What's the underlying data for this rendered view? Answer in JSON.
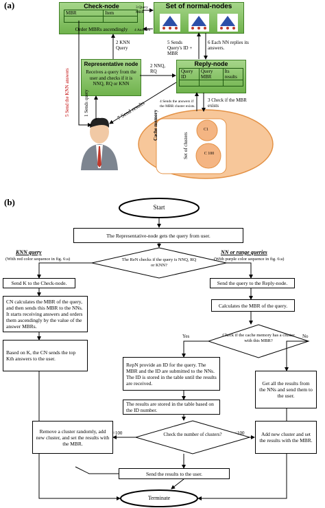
{
  "panel_a": {
    "label": "(a)",
    "check_node": {
      "title": "Check-node",
      "col_mbr": "MBR",
      "col_item": "Item",
      "footer": "Order MBRs ascendingly"
    },
    "normal_nodes": {
      "title": "Set of normal-nodes"
    },
    "representative": {
      "title": "Representative node",
      "body": "Receives a query from the user and checks if it is NNQ, RQ or KNN"
    },
    "reply_node": {
      "title": "Reply-node",
      "cols": [
        "Query ID",
        "Query MBR",
        "Its results"
      ]
    },
    "cache": {
      "title": "Cache memory",
      "set": "Set of clusters",
      "c1": "C1",
      "c100": "C 100"
    },
    "edges": {
      "e1": "1 Sends query",
      "e2": "2 KNN Query",
      "e2b": "2 NNQ, RQ",
      "e3": "3 Query MBR",
      "e3b": "3 Check if the MBR exists",
      "e4": "4 Answers",
      "e4b": "4 Sends the answers if the MBR cluster exists.",
      "e5": "5 Send the KNN answers",
      "e5b": "5 Sends Query's ID + MBR",
      "e6": "6 Each NN replies its answers.",
      "e7": "7 Send results"
    }
  },
  "panel_b": {
    "label": "(b)",
    "start": "Start",
    "get_query": "The Representative-node gets the query from user.",
    "decision1": "The ReN checks if the query is NNQ, RQ or KNN?",
    "knn_title": "KNN query",
    "knn_sub": "(With red color sequence in fig. 6:a)",
    "nn_title": "NN or range queries",
    "nn_sub": "(With purple color sequence in fig. 6:a)",
    "send_k": "Send K to the Check-node.",
    "cn_calc": "CN calculates the MBR of the query, and then sends this MBR to the NNs. It starts receiving answers and orders them ascendingly by the value of the answer MBRs.",
    "based_on_k": "Based on K, the CN sends the top Kth answers to the user.",
    "send_reply": "Send the query to the Reply-node.",
    "calc_mbr": "Calculates the MBR of the query.",
    "decision2": "Check if the cache memory has a cluster with this MBR?",
    "yes": "Yes",
    "no": "No",
    "repn_provide": "RepN provide an ID for the query. The MBR and the ID are submitted to the NNs. The ID is stored in the table until the results are received.",
    "stored": "The results are stored in the table based on the ID number.",
    "get_all": "Get all the results from the NNs and send them to the user.",
    "decision3": "Check the number of clusters?",
    "ge100": ">=100",
    "lt100": "<100",
    "remove": "Remove a cluster randomly, add new cluster, and set the results with the MBR.",
    "add_new": "Add new cluster and set the results with the MBR.",
    "send_results": "Send the results to the user.",
    "terminate": "Terminate"
  },
  "colors": {
    "green_fill": "#7fbf5a",
    "green_border": "#3f7f25",
    "red": "#c00000",
    "cache_fill": "#f6c9a0",
    "cache_stroke": "#e08a3a"
  }
}
